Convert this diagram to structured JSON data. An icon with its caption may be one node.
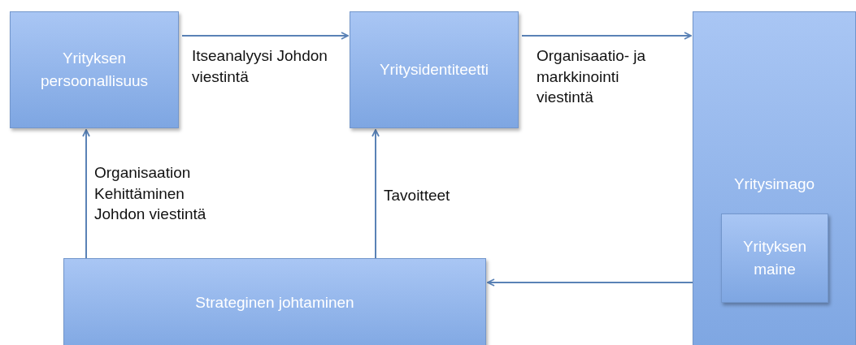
{
  "diagram": {
    "nodes": [
      {
        "text": [
          "Yrityksen persoonallisuus"
        ]
      },
      {
        "text": [
          "Yritysidentiteetti"
        ]
      },
      {
        "text": [
          "Yritysimago"
        ]
      },
      {
        "text": [
          "Yrityksen maine"
        ],
        "in": 2
      },
      {
        "text": [
          "Strateginen johtaminen"
        ]
      }
    ],
    "edges": [
      {
        "from": 0,
        "to": 1,
        "arrow": "to",
        "label": "Itseanalyysi Johdon viestintä"
      },
      {
        "from": 1,
        "to": 2,
        "arrow": "to",
        "label": "Organisaatio- ja markkinointi viestintä"
      },
      {
        "from": 4,
        "to": 0,
        "arrow": "to",
        "label": "Organisaation Kehittäminen Johdon viestintä"
      },
      {
        "from": 4,
        "to": 1,
        "arrow": "to",
        "label": "Tavoitteet"
      },
      {
        "from": 2,
        "to": 4,
        "arrow": "to"
      }
    ]
  }
}
